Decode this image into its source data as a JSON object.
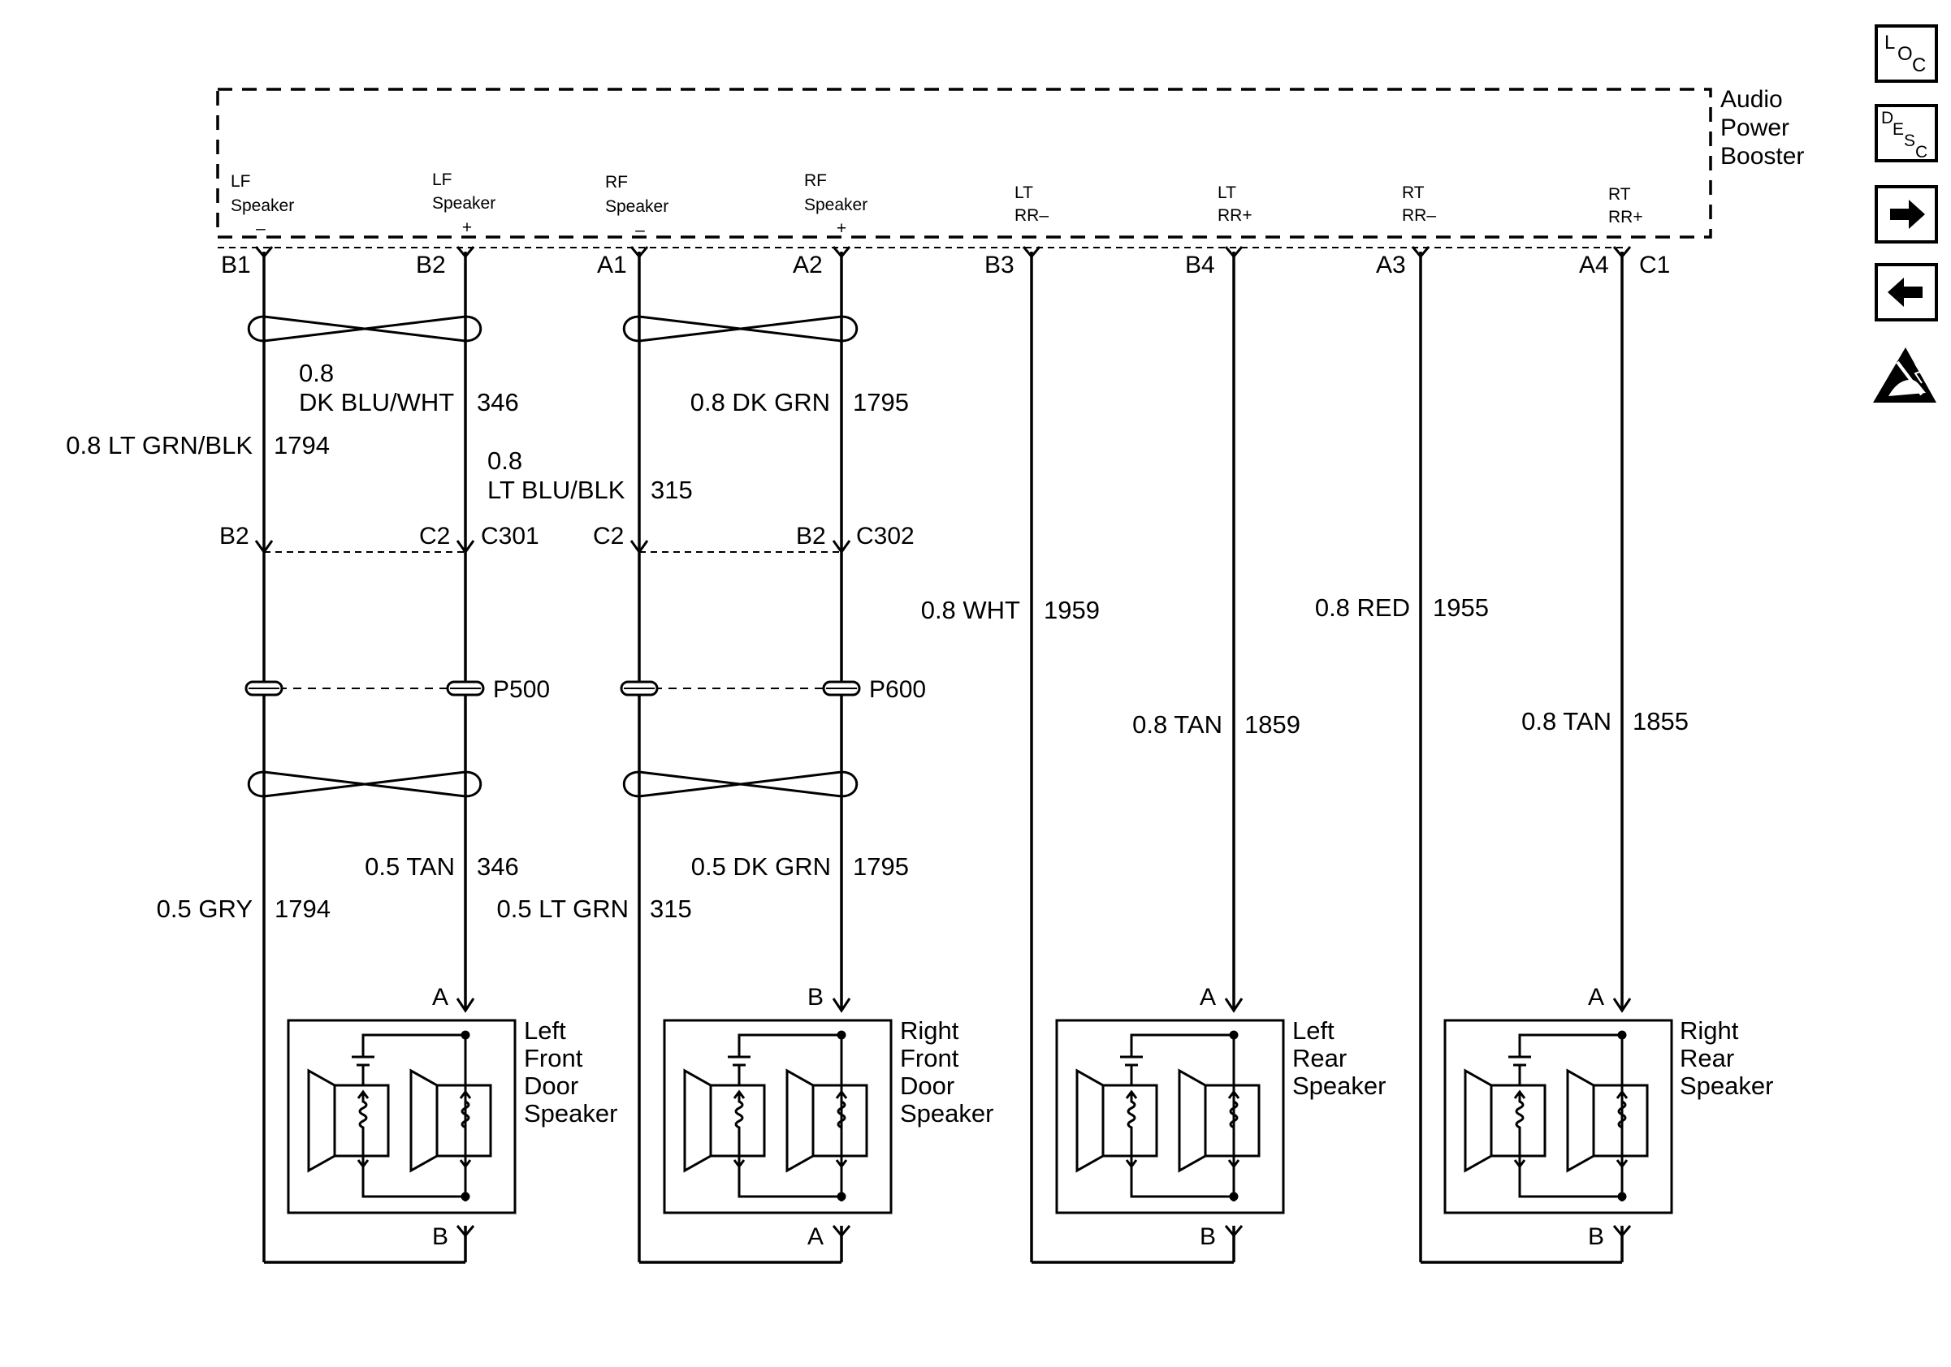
{
  "booster": {
    "name": [
      "Audio",
      "Power",
      "Booster"
    ],
    "terminals": [
      {
        "l1": "LF",
        "l2": "Speaker",
        "l3": "–"
      },
      {
        "l1": "LF",
        "l2": "Speaker",
        "l3": "+"
      },
      {
        "l1": "RF",
        "l2": "Speaker",
        "l3": "–"
      },
      {
        "l1": "RF",
        "l2": "Speaker",
        "l3": "+"
      },
      {
        "l1": "LT",
        "l2": "RR–",
        "l3": ""
      },
      {
        "l1": "LT",
        "l2": "RR+",
        "l3": ""
      },
      {
        "l1": "RT",
        "l2": "RR–",
        "l3": ""
      },
      {
        "l1": "RT",
        "l2": "RR+",
        "l3": ""
      }
    ],
    "pins": [
      "B1",
      "B2",
      "A1",
      "A2",
      "B3",
      "B4",
      "A3",
      "A4"
    ],
    "connector": "C1"
  },
  "wires_upper": [
    {
      "size": "0.8 LT GRN/BLK",
      "circuit": "1794"
    },
    {
      "size_l1": "0.8",
      "size_l2": "DK BLU/WHT",
      "circuit": "346"
    },
    {
      "size_l1": "0.8",
      "size_l2": "LT BLU/BLK",
      "circuit": "315"
    },
    {
      "size": "0.8 DK GRN",
      "circuit": "1795"
    },
    {
      "size": "0.8 WHT",
      "circuit": "1959"
    },
    {
      "size": "0.8 TAN",
      "circuit": "1859"
    },
    {
      "size": "0.8 RED",
      "circuit": "1955"
    },
    {
      "size": "0.8 TAN",
      "circuit": "1855"
    }
  ],
  "inline_connectors": [
    {
      "pin_left": "B2",
      "pin_right": "C2",
      "name": "C301"
    },
    {
      "pin_left": "C2",
      "pin_right": "B2",
      "name": "C302"
    }
  ],
  "splice_packs": [
    "P500",
    "P600"
  ],
  "wires_lower": [
    {
      "size": "0.5 GRY",
      "circuit": "1794"
    },
    {
      "size": "0.5 TAN",
      "circuit": "346"
    },
    {
      "size": "0.5 LT GRN",
      "circuit": "315"
    },
    {
      "size": "0.5 DK GRN",
      "circuit": "1795"
    }
  ],
  "speakers": [
    {
      "name": [
        "Left",
        "Front",
        "Door",
        "Speaker"
      ],
      "top_pin": "A",
      "bottom_pin": "B"
    },
    {
      "name": [
        "Right",
        "Front",
        "Door",
        "Speaker"
      ],
      "top_pin": "B",
      "bottom_pin": "A"
    },
    {
      "name": [
        "Left",
        "Rear",
        "Speaker"
      ],
      "top_pin": "A",
      "bottom_pin": "B"
    },
    {
      "name": [
        "Right",
        "Rear",
        "Speaker"
      ],
      "top_pin": "A",
      "bottom_pin": "B"
    }
  ],
  "nav": {
    "loc": {
      "l": "L",
      "o": "O",
      "c": "C"
    },
    "desc": {
      "d": "D",
      "e": "E",
      "s": "S",
      "c": "C"
    },
    "icons": [
      "loc-icon",
      "desc-icon",
      "arrow-right-icon",
      "arrow-left-icon",
      "esd-warning-icon"
    ]
  }
}
